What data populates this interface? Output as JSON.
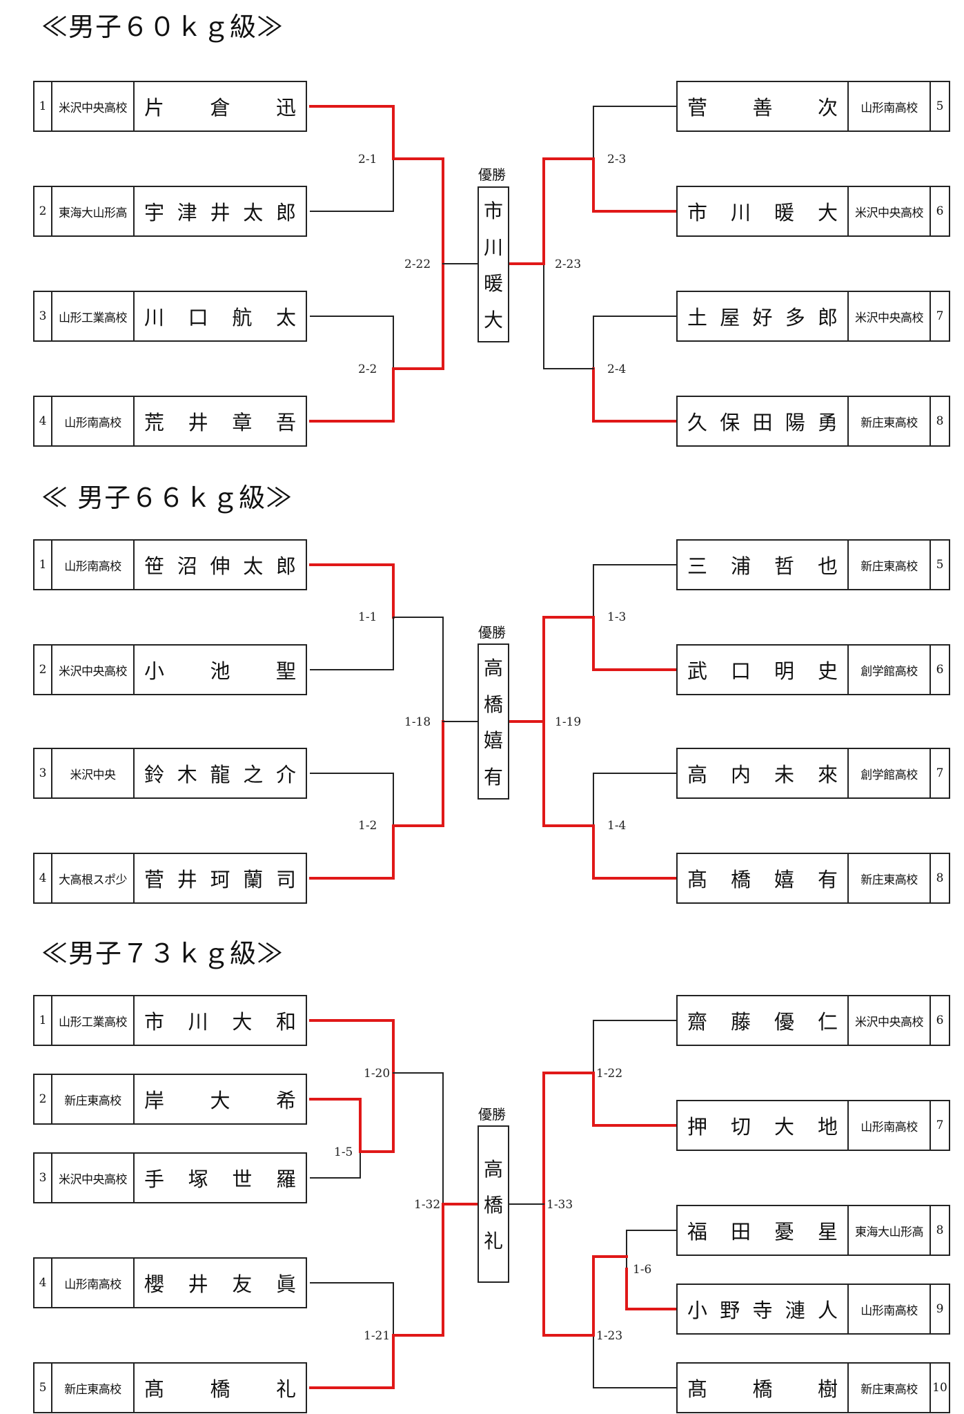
{
  "divisions": [
    {
      "title": "≪男子６０ｋｇ級≫",
      "champion_label": "優勝",
      "champion": [
        "市",
        "川",
        "暖",
        "大"
      ],
      "left": [
        {
          "seed": "1",
          "school": "米沢中央高校",
          "name": [
            "片",
            "倉",
            "迅"
          ]
        },
        {
          "seed": "2",
          "school": "東海大山形高",
          "name": [
            "宇",
            "津",
            "井",
            "太",
            "郎"
          ]
        },
        {
          "seed": "3",
          "school": "山形工業高校",
          "name": [
            "川",
            "口",
            "航",
            "太"
          ]
        },
        {
          "seed": "4",
          "school": "山形南高校",
          "name": [
            "荒",
            "井",
            "章",
            "吾"
          ]
        }
      ],
      "right": [
        {
          "seed": "5",
          "school": "山形南高校",
          "name": [
            "菅",
            "善",
            "次"
          ]
        },
        {
          "seed": "6",
          "school": "米沢中央高校",
          "name": [
            "市",
            "川",
            "暖",
            "大"
          ]
        },
        {
          "seed": "7",
          "school": "米沢中央高校",
          "name": [
            "土",
            "屋",
            "好",
            "多",
            "郎"
          ]
        },
        {
          "seed": "8",
          "school": "新庄東高校",
          "name": [
            "久",
            "保",
            "田",
            "陽",
            "勇"
          ]
        }
      ],
      "matches": {
        "l1": "2-1",
        "l2": "2-2",
        "lf": "2-22",
        "r1": "2-3",
        "r2": "2-4",
        "rf": "2-23"
      }
    },
    {
      "title": "≪ 男子６６ｋｇ級≫",
      "champion_label": "優勝",
      "champion": [
        "高",
        "橋",
        "嬉",
        "有"
      ],
      "left": [
        {
          "seed": "1",
          "school": "山形南高校",
          "name": [
            "笹",
            "沼",
            "伸",
            "太",
            "郎"
          ]
        },
        {
          "seed": "2",
          "school": "米沢中央高校",
          "name": [
            "小",
            "池",
            "聖"
          ]
        },
        {
          "seed": "3",
          "school": "米沢中央",
          "name": [
            "鈴",
            "木",
            "龍",
            "之",
            "介"
          ]
        },
        {
          "seed": "4",
          "school": "大高根スポ少",
          "name": [
            "菅",
            "井",
            "珂",
            "蘭",
            "司"
          ]
        }
      ],
      "right": [
        {
          "seed": "5",
          "school": "新庄東高校",
          "name": [
            "三",
            "浦",
            "哲",
            "也"
          ]
        },
        {
          "seed": "6",
          "school": "創学館高校",
          "name": [
            "武",
            "口",
            "明",
            "史"
          ]
        },
        {
          "seed": "7",
          "school": "創学館高校",
          "name": [
            "高",
            "内",
            "未",
            "來"
          ]
        },
        {
          "seed": "8",
          "school": "新庄東高校",
          "name": [
            "髙",
            "橋",
            "嬉",
            "有"
          ]
        }
      ],
      "matches": {
        "l1": "1-1",
        "l2": "1-2",
        "lf": "1-18",
        "r1": "1-3",
        "r2": "1-4",
        "rf": "1-19"
      }
    },
    {
      "title": "≪男子７３ｋｇ級≫",
      "champion_label": "優勝",
      "champion": [
        "高",
        "橋",
        "礼"
      ],
      "left": [
        {
          "seed": "1",
          "school": "山形工業高校",
          "name": [
            "市",
            "川",
            "大",
            "和"
          ]
        },
        {
          "seed": "2",
          "school": "新庄東高校",
          "name": [
            "岸",
            "大",
            "希"
          ]
        },
        {
          "seed": "3",
          "school": "米沢中央高校",
          "name": [
            "手",
            "塚",
            "世",
            "羅"
          ]
        },
        {
          "seed": "4",
          "school": "山形南高校",
          "name": [
            "櫻",
            "井",
            "友",
            "眞"
          ]
        },
        {
          "seed": "5",
          "school": "新庄東高校",
          "name": [
            "髙",
            "橋",
            "礼"
          ]
        }
      ],
      "right": [
        {
          "seed": "6",
          "school": "米沢中央高校",
          "name": [
            "齋",
            "藤",
            "優",
            "仁"
          ]
        },
        {
          "seed": "7",
          "school": "山形南高校",
          "name": [
            "押",
            "切",
            "大",
            "地"
          ]
        },
        {
          "seed": "8",
          "school": "東海大山形高",
          "name": [
            "福",
            "田",
            "憂",
            "星"
          ]
        },
        {
          "seed": "9",
          "school": "山形南高校",
          "name": [
            "小",
            "野",
            "寺",
            "漣",
            "人"
          ]
        },
        {
          "seed": "10",
          "school": "新庄東高校",
          "name": [
            "髙",
            "橋",
            "樹"
          ]
        }
      ],
      "matches": {
        "l1": "1-20",
        "l2": "1-5",
        "l3": "1-21",
        "lf": "1-32",
        "r1": "1-22",
        "r2": "1-6",
        "r3": "1-23",
        "rf": "1-33"
      }
    }
  ]
}
